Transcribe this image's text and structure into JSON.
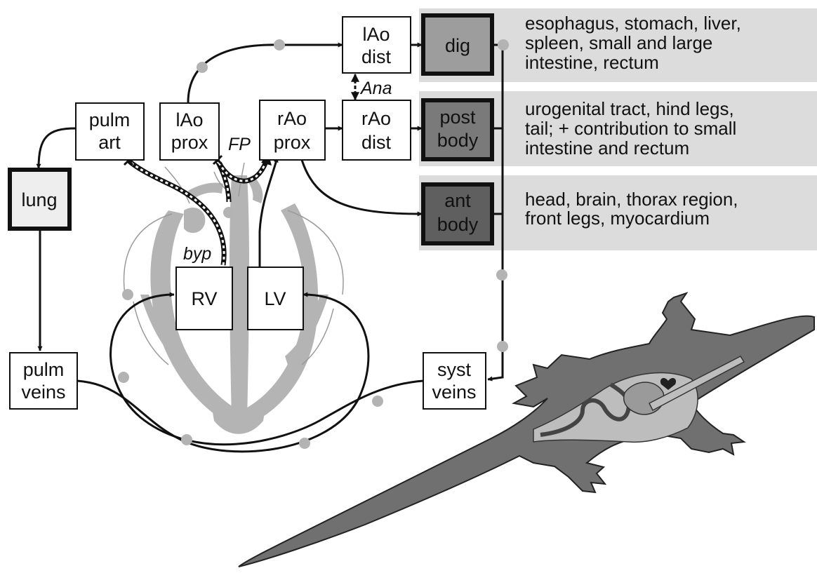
{
  "colors": {
    "band": "#dcdcdc",
    "heart_tissue": "#b4b4b4",
    "node_dot": "#b3b3b3",
    "lung_fill": "#eeeeee",
    "dig_fill": "#9d9d9d",
    "post_body_fill": "#7a7a7a",
    "ant_body_fill": "#5f5f5f",
    "croc_body": "#707070",
    "croc_inner": "#bdbdbd"
  },
  "boxes": {
    "pulm_art": [
      "pulm",
      "art"
    ],
    "lAo_prox": [
      "lAo",
      "prox"
    ],
    "rAo_prox": [
      "rAo",
      "prox"
    ],
    "lAo_dist": [
      "lAo",
      "dist"
    ],
    "rAo_dist": [
      "rAo",
      "dist"
    ],
    "lung": [
      "lung"
    ],
    "dig": [
      "dig"
    ],
    "post_body": [
      "post",
      "body"
    ],
    "ant_body": [
      "ant",
      "body"
    ],
    "rv": [
      "RV"
    ],
    "lv": [
      "LV"
    ],
    "pulm_veins": [
      "pulm",
      "veins"
    ],
    "syst_veins": [
      "syst",
      "veins"
    ]
  },
  "labels": {
    "ana": "Ana",
    "fp": "FP",
    "byp": "byp"
  },
  "descriptions": {
    "dig": [
      "esophagus, stomach, liver,",
      "spleen, small and large",
      "intestine, rectum"
    ],
    "post_body": [
      "urogenital tract, hind legs,",
      "tail; + contribution to small",
      "intestine and rectum"
    ],
    "ant_body": [
      "head, brain, thorax region,",
      "front legs, myocardium"
    ]
  }
}
